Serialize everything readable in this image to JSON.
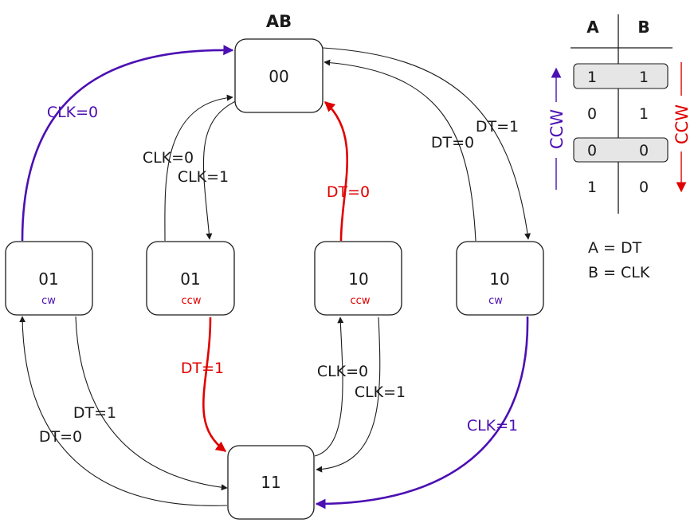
{
  "header": "AB",
  "colors": {
    "ink": "#1a1a1a",
    "cw": "#4b0fb3",
    "ccw": "#e00000"
  },
  "states": {
    "s00": {
      "value": "00",
      "dir": ""
    },
    "s01_cw": {
      "value": "01",
      "dir": "cw"
    },
    "s01_ccw": {
      "value": "01",
      "dir": "ccw"
    },
    "s10_ccw": {
      "value": "10",
      "dir": "ccw"
    },
    "s10_cw": {
      "value": "10",
      "dir": "cw"
    },
    "s11": {
      "value": "11",
      "dir": ""
    }
  },
  "edges": {
    "clk0_left": "CLK=0",
    "clk0_inner": "CLK=0",
    "clk1_inner": "CLK=1",
    "dt0_red": "DT=0",
    "dt0_right": "DT=0",
    "dt1_right": "DT=1",
    "dt1_red": "DT=1",
    "clk0_lower": "CLK=0",
    "clk1_lower": "CLK=1",
    "dt1_left": "DT=1",
    "dt0_left": "DT=0",
    "clk1_purple": "CLK=1"
  },
  "table": {
    "headers": [
      "A",
      "B"
    ],
    "rows": [
      [
        "1",
        "1"
      ],
      [
        "0",
        "1"
      ],
      [
        "0",
        "0"
      ],
      [
        "1",
        "0"
      ]
    ],
    "ccw_left": "CCW",
    "ccw_right": "CCW"
  },
  "legend": {
    "line1": "A = DT",
    "line2": "B = CLK"
  }
}
